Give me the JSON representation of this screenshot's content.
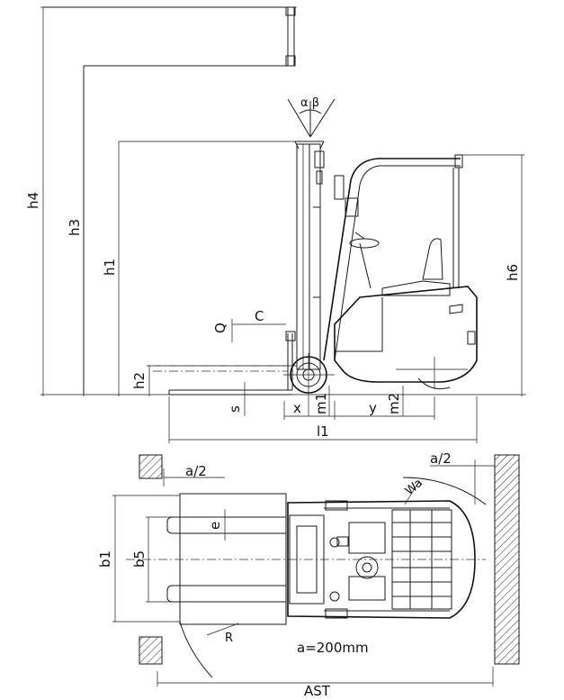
{
  "labels": {
    "h4": "h4",
    "h3": "h3",
    "h1": "h1",
    "h6": "h6",
    "h2": "h2",
    "s": "s",
    "q": "Q",
    "c": "C",
    "x": "x",
    "m1": "m1",
    "y": "y",
    "m2": "m2",
    "l1": "l1",
    "alpha_beta": "α β",
    "a_half_left": "a/2",
    "a_half_right": "a/2",
    "wa": "Wa",
    "e": "e",
    "b1": "b1",
    "b5": "b5",
    "r": "R",
    "a_value": "a=200mm",
    "ast": "AST"
  }
}
